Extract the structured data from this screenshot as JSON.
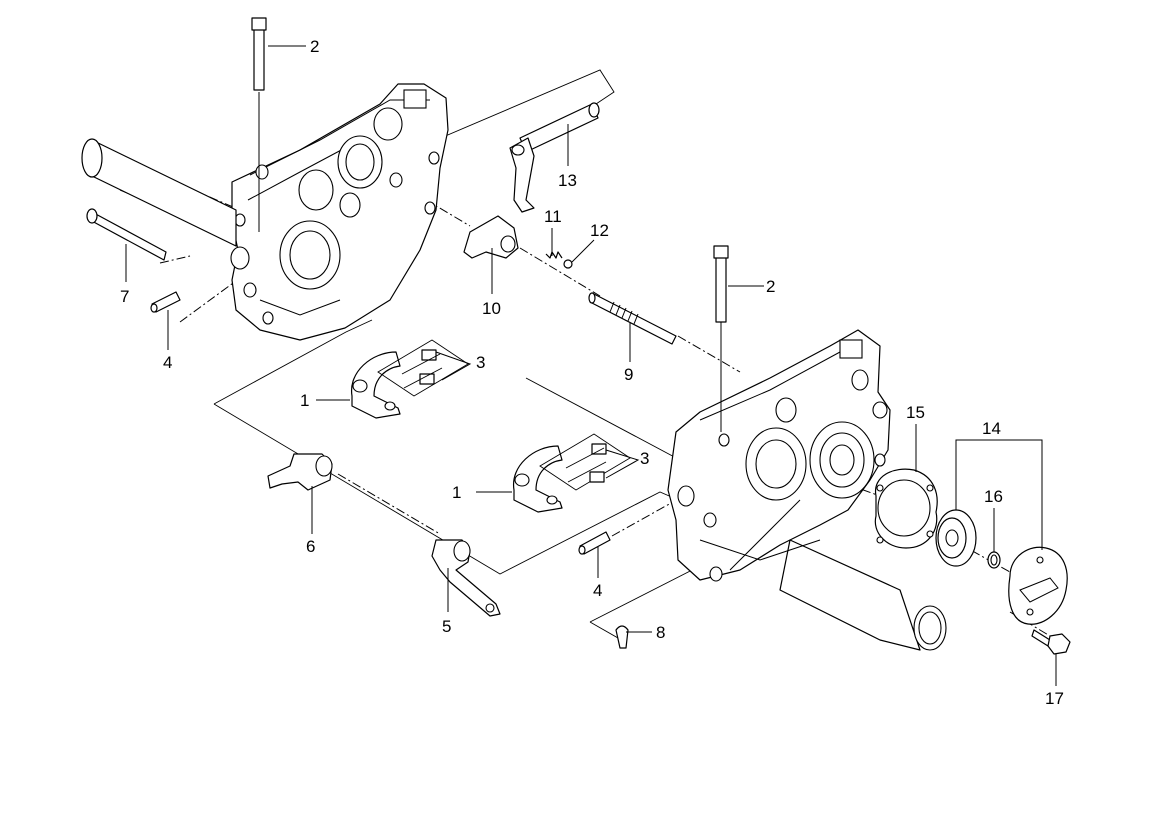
{
  "callouts": {
    "c1a": "1",
    "c1b": "1",
    "c2a": "2",
    "c2b": "2",
    "c3a": "3",
    "c3b": "3",
    "c4a": "4",
    "c4b": "4",
    "c5": "5",
    "c6": "6",
    "c7": "7",
    "c8": "8",
    "c9": "9",
    "c10": "10",
    "c11": "11",
    "c12": "12",
    "c13": "13",
    "c14": "14",
    "c15": "15",
    "c16": "16",
    "c17": "17"
  }
}
